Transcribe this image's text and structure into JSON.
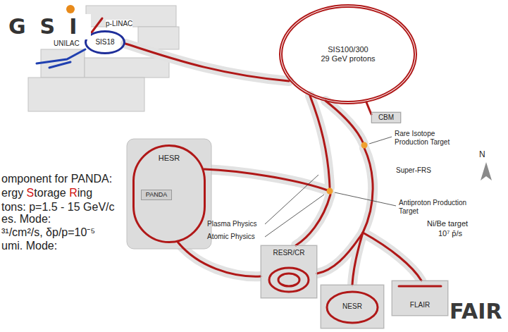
{
  "diagram": {
    "nodes": [
      {
        "text": [
          "SIS18"
        ]
      },
      {
        "text": [
          "SIS100/300",
          "29 GeV protons"
        ]
      },
      {
        "text": [
          "CBM"
        ]
      },
      {
        "text": [
          "HESR"
        ]
      },
      {
        "text": [
          "PANDA"
        ],
        "in": 3
      },
      {
        "text": [
          "RESR/CR"
        ]
      },
      {
        "text": [
          "NESR"
        ]
      },
      {
        "text": [
          "FLAIR"
        ]
      }
    ],
    "labels": [
      "GSI",
      "UNILAC",
      "p-LINAC",
      "Rare Isotope Production Target",
      "Super-FRS",
      "Antiproton Production Target",
      "Ni/Be target",
      "10⁷ p̄/s",
      "N",
      "Plasma Physics",
      "Atomic Physics",
      "omponent for PANDA:",
      "ergy Storage Ring",
      "tons: p=1.5 - 15 GeV/c",
      "es. Mode:",
      "³¹/cm²/s, δp/p=10⁻⁵",
      "umi. Mode:",
      "FAIR"
    ]
  }
}
